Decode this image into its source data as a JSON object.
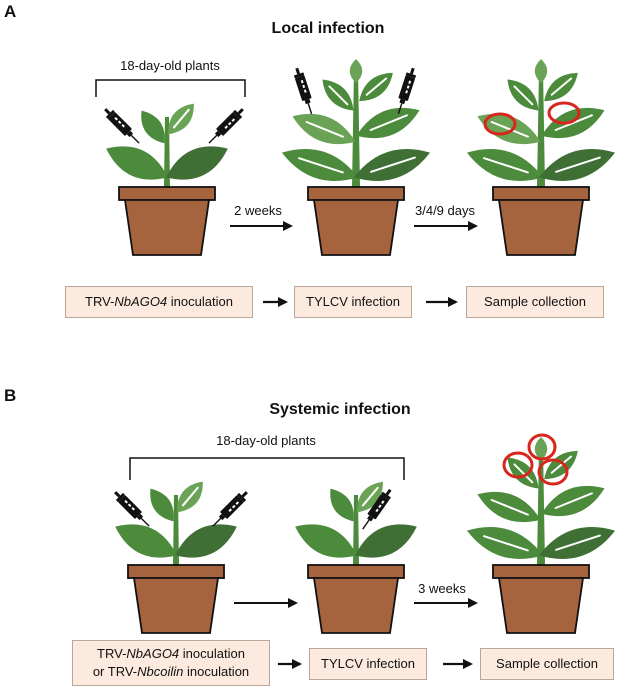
{
  "panel_a": {
    "label": "A",
    "title": "Local infection",
    "bracket_label": "18-day-old plants",
    "arrow1_label": "2 weeks",
    "arrow2_label": "3/4/9 days",
    "steps": [
      {
        "prefix": "TRV-",
        "italic": "NbAGO4",
        "suffix": " inoculation"
      },
      {
        "prefix": "TYLCV infection",
        "italic": "",
        "suffix": ""
      },
      {
        "prefix": "Sample collection",
        "italic": "",
        "suffix": ""
      }
    ]
  },
  "panel_b": {
    "label": "B",
    "title": "Systemic infection",
    "bracket_label": "18-day-old plants",
    "arrow2_label": "3 weeks",
    "step1_line1": {
      "prefix": "TRV-",
      "italic": "NbAGO4",
      "suffix": " inoculation"
    },
    "step1_line2": {
      "prefix": "or TRV-",
      "italic": "Nbcoilin",
      "suffix": " inoculation"
    },
    "step2": "TYLCV infection",
    "step3": "Sample collection"
  },
  "colors": {
    "leaf_dark": "#3f6f35",
    "leaf_mid": "#4c8a3c",
    "leaf_light": "#6aa356",
    "pot": "#a5643d",
    "pot_rim": "#8e5431",
    "circle": "#d7261e",
    "box_fill": "#fdeadf"
  }
}
